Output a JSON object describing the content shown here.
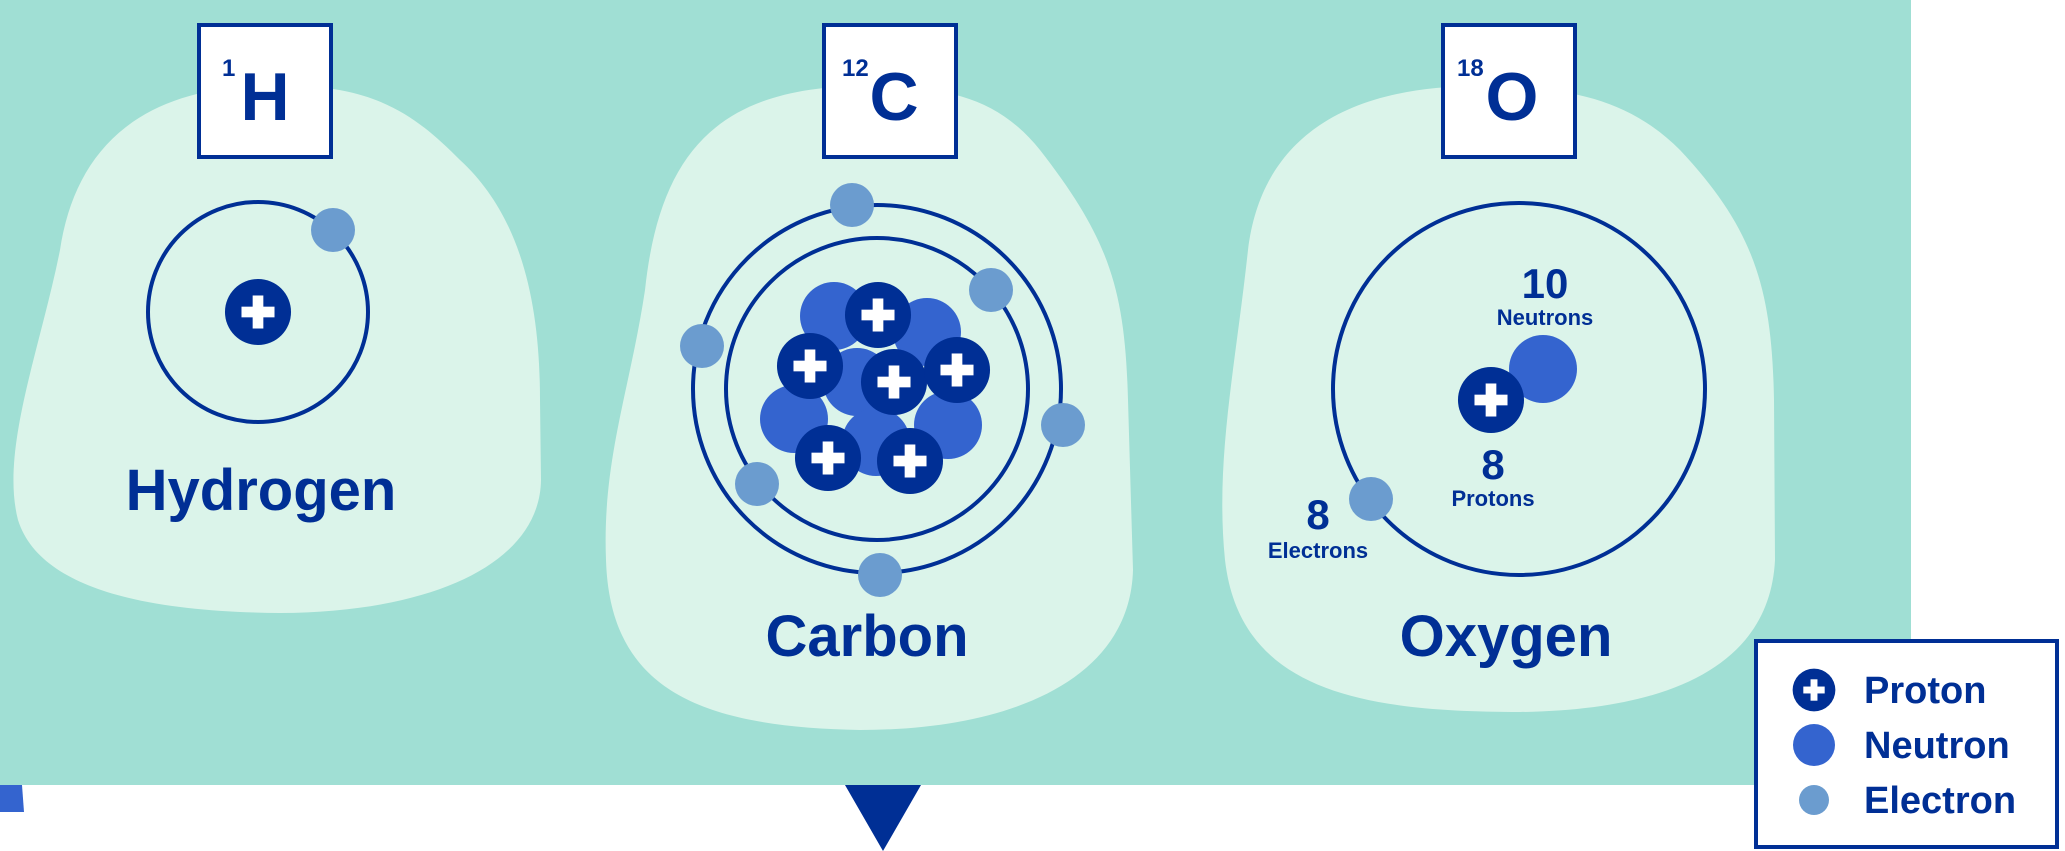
{
  "colors": {
    "panel": "#a0dfd4",
    "blob": "#dbf4ea",
    "navy": "#002f95",
    "proton": "#002f95",
    "neutron": "#3464cf",
    "electron": "#6b9ccf",
    "accent": "#ffc56a",
    "white": "#ffffff"
  },
  "atoms": [
    {
      "name": "Hydrogen",
      "mass_number": "1",
      "symbol": "H"
    },
    {
      "name": "Carbon",
      "mass_number": "12",
      "symbol": "C"
    },
    {
      "name": "Oxygen",
      "mass_number": "18",
      "symbol": "O",
      "neutron_count": "10",
      "neutron_label": "Neutrons",
      "proton_count": "8",
      "proton_label": "Protons",
      "electron_count": "8",
      "electron_label": "Electrons"
    }
  ],
  "legend": {
    "items": [
      {
        "label": "Proton",
        "icon": "proton-icon"
      },
      {
        "label": "Neutron",
        "icon": "neutron-icon"
      },
      {
        "label": "Electron",
        "icon": "electron-icon"
      }
    ]
  }
}
